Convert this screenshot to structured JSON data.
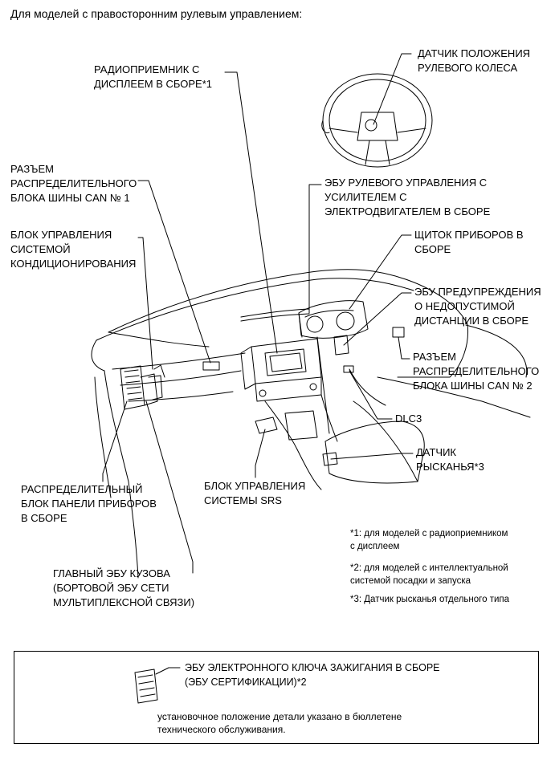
{
  "heading": "Для моделей с правосторонним рулевым управлением:",
  "labels": {
    "steering_sensor": "ДАТЧИК ПОЛОЖЕНИЯ\nРУЛЕВОГО КОЛЕСА",
    "radio": "РАДИОПРИЕМНИК С\nДИСПЛЕЕМ В СБОРЕ*1",
    "can_connector_1": "РАЗЪЕМ\nРАСПРЕДЕЛИТЕЛЬНОГО\nБЛОКА ШИНЫ CAN № 1",
    "eps_ecu": "ЭБУ РУЛЕВОГО УПРАВЛЕНИЯ С\nУСИЛИТЕЛЕМ С\nЭЛЕКТРОДВИГАТЕЛЕМ В СБОРЕ",
    "ac_control": "БЛОК УПРАВЛЕНИЯ\nСИСТЕМОЙ\nКОНДИЦИОНИРОВАНИЯ",
    "combination_meter": "ЩИТОК ПРИБОРОВ В\nСБОРЕ",
    "distance_warning": "ЭБУ ПРЕДУПРЕЖДЕНИЯ\nО НЕДОПУСТИМОЙ\nДИСТАНЦИИ В СБОРЕ",
    "can_connector_2": "РАЗЪЕМ\nРАСПРЕДЕЛИТЕЛЬНОГО\nБЛОКА ШИНЫ CAN № 2",
    "dlc3": "DLC3",
    "yaw_sensor": "ДАТЧИК\nРЫСКАНЬЯ*3",
    "instrument_panel_jb": "РАСПРЕДЕЛИТЕЛЬНЫЙ\nБЛОК ПАНЕЛИ ПРИБОРОВ\nВ СБОРЕ",
    "srs_control": "БЛОК УПРАВЛЕНИЯ\nСИСТЕМЫ SRS",
    "main_body_ecu": "ГЛАВНЫЙ ЭБУ КУЗОВА\n(БОРТОВОЙ ЭБУ СЕТИ\nМУЛЬТИПЛЕКСНОЙ СВЯЗИ)"
  },
  "footnotes": [
    "*1: для моделей с радиоприемником\nс дисплеем",
    "*2: для моделей с интеллектуальной\nсистемой посадки и запуска",
    "*3: Датчик рысканья отдельного типа"
  ],
  "box": {
    "label": "ЭБУ ЭЛЕКТРОННОГО КЛЮЧА ЗАЖИГАНИЯ В СБОРЕ\n(ЭБУ СЕРТИФИКАЦИИ)*2",
    "note": "установочное положение детали указано в бюллетене\nтехнического обслуживания."
  }
}
